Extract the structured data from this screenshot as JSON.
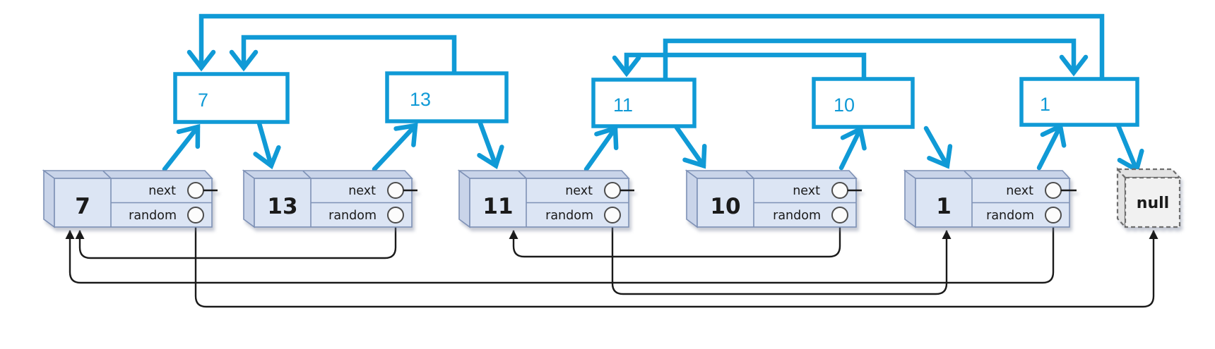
{
  "colors": {
    "blue": "#109ad6",
    "ink": "#1a1a1a",
    "node_fill": "#dce5f4",
    "node_side": "#c9d4e9",
    "node_border": "#7e91b6",
    "circle_fill": "#fcfcfc",
    "circle_stroke": "#4d4d4d",
    "null_fill": "#f1f1f1",
    "null_side": "#e3e3e3",
    "null_border": "#6e6e6e"
  },
  "copy_boxes": [
    {
      "label": "7"
    },
    {
      "label": "13"
    },
    {
      "label": "11"
    },
    {
      "label": "10"
    },
    {
      "label": "1"
    }
  ],
  "list_nodes": [
    {
      "value": "7"
    },
    {
      "value": "13"
    },
    {
      "value": "11"
    },
    {
      "value": "10"
    },
    {
      "value": "1"
    }
  ],
  "field_labels": {
    "next": "next",
    "random": "random"
  },
  "null_label": "null",
  "edges": {
    "interleave_blue_arrows": [
      {
        "from": "node-7",
        "to": "copy-7"
      },
      {
        "from": "copy-7",
        "to": "node-13"
      },
      {
        "from": "node-13",
        "to": "copy-13"
      },
      {
        "from": "copy-13",
        "to": "node-11"
      },
      {
        "from": "node-11",
        "to": "copy-11"
      },
      {
        "from": "copy-11",
        "to": "node-10"
      },
      {
        "from": "node-10",
        "to": "copy-10"
      },
      {
        "from": "copy-10",
        "to": "node-1"
      },
      {
        "from": "node-1",
        "to": "copy-1"
      },
      {
        "from": "copy-1",
        "to": "null"
      }
    ],
    "copy_random_blue_edges": [
      {
        "from": "copy-1",
        "to": "copy-7"
      },
      {
        "from": "copy-13",
        "to": "copy-7"
      },
      {
        "from": "copy-10",
        "to": "copy-11"
      },
      {
        "from": "copy-11",
        "to": "copy-1"
      }
    ],
    "original_random_black_edges": [
      {
        "from": "node-7",
        "to": "null"
      },
      {
        "from": "node-13",
        "to": "node-7"
      },
      {
        "from": "node-10",
        "to": "node-11"
      },
      {
        "from": "node-11",
        "to": "node-1"
      },
      {
        "from": "node-1",
        "to": "node-7"
      }
    ]
  }
}
